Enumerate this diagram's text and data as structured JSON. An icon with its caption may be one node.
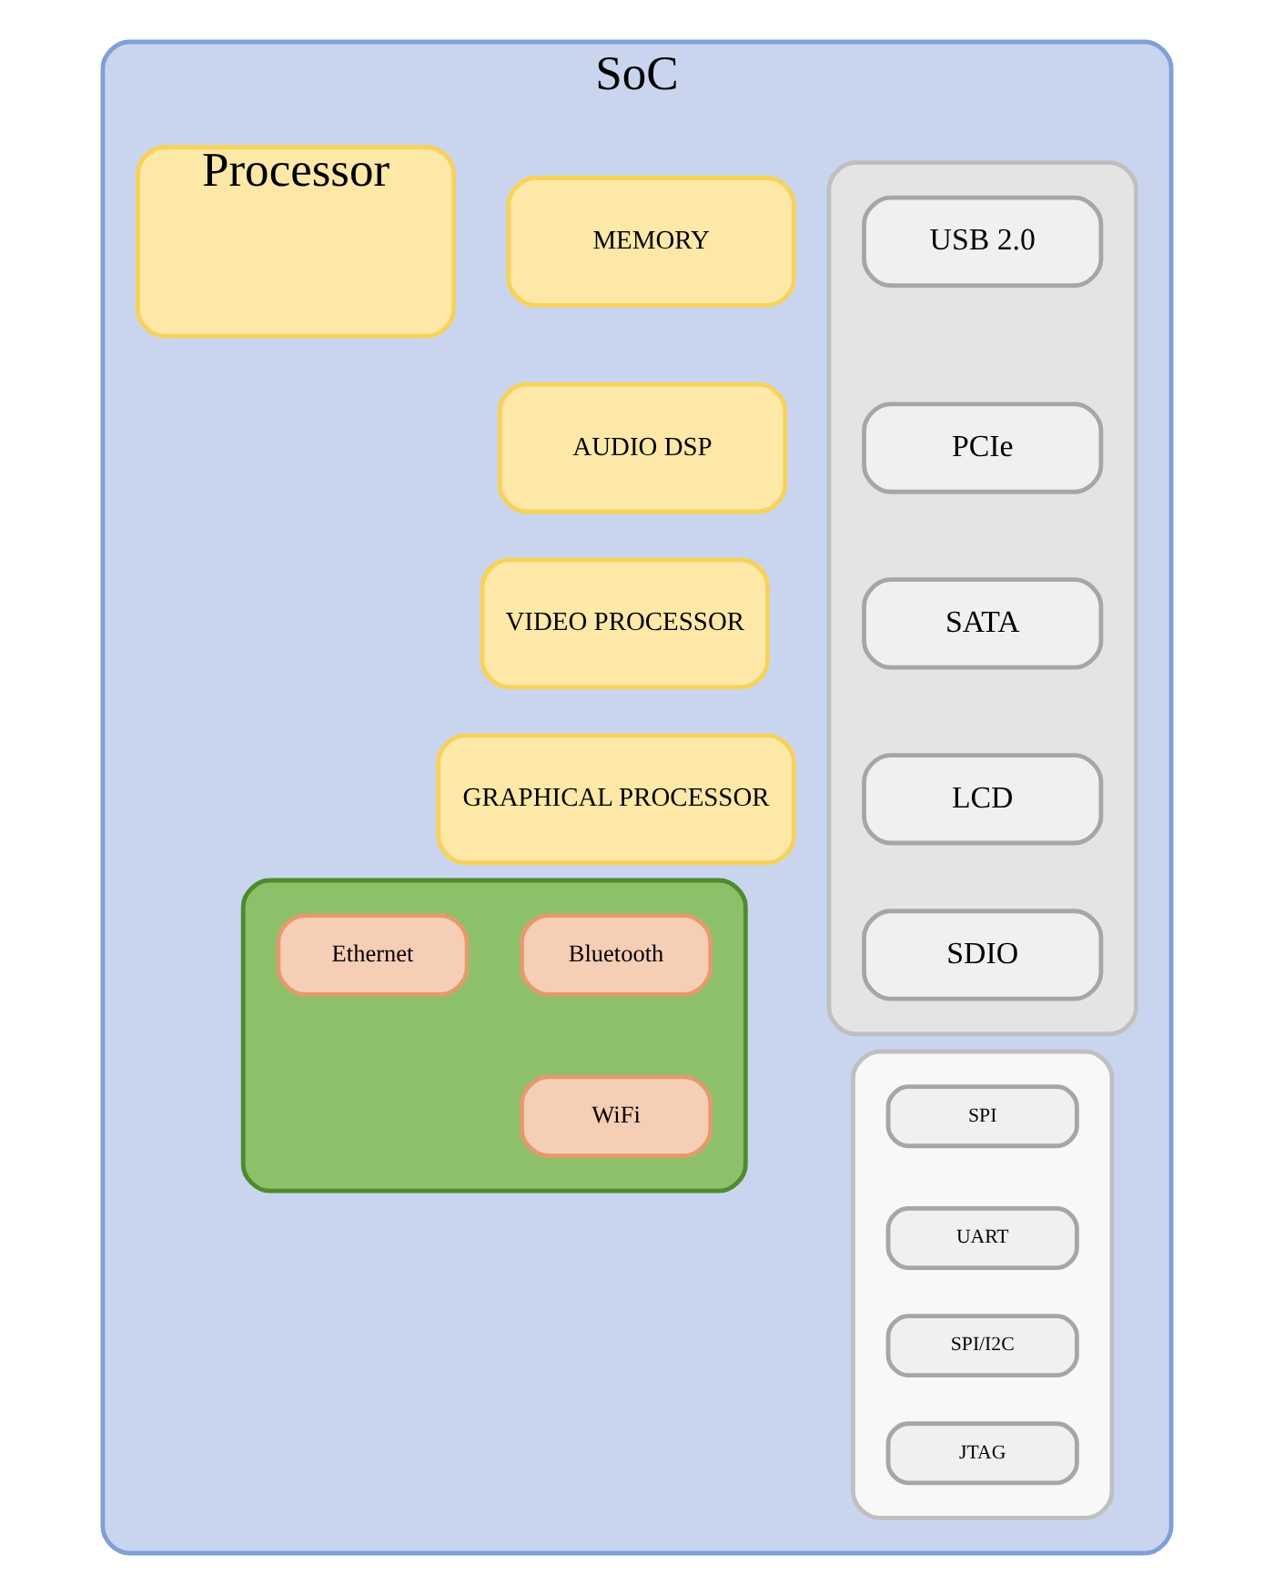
{
  "diagram": {
    "nodes": [
      {
        "text": [
          "SoC"
        ]
      },
      {
        "text": [
          "MEMORY"
        ],
        "in": 0
      },
      {
        "text": [
          "AUDIO DSP"
        ],
        "in": 0
      },
      {
        "text": [
          "VIDEO PROCESSOR"
        ],
        "in": 0
      },
      {
        "text": [
          "GRAPHICAL PROCESSOR"
        ],
        "in": 0
      },
      {
        "text": [
          "Processor"
        ],
        "in": 0
      },
      {
        "text": [],
        "shape": "box",
        "in": 0
      },
      {
        "text": [
          "USB 2.0"
        ],
        "in": 6
      },
      {
        "text": [
          "PCIe"
        ],
        "in": 6
      },
      {
        "text": [
          "SATA"
        ],
        "in": 6
      },
      {
        "text": [
          "LCD"
        ],
        "in": 6
      },
      {
        "text": [
          "SDIO"
        ],
        "in": 6
      },
      {
        "text": [],
        "shape": "box",
        "in": 0
      },
      {
        "text": [
          "Bluetooth"
        ],
        "in": 12
      },
      {
        "text": [
          "Ethernet"
        ],
        "in": 12
      },
      {
        "text": [
          "WiFi"
        ],
        "in": 12
      },
      {
        "text": [],
        "shape": "box",
        "in": 0
      },
      {
        "text": [
          "SPI"
        ],
        "in": 16
      },
      {
        "text": [
          "UART"
        ],
        "in": 16
      },
      {
        "text": [
          "SPI/I2C"
        ],
        "in": 16
      },
      {
        "text": [
          "JTAG"
        ],
        "in": 16
      }
    ],
    "edges": []
  }
}
